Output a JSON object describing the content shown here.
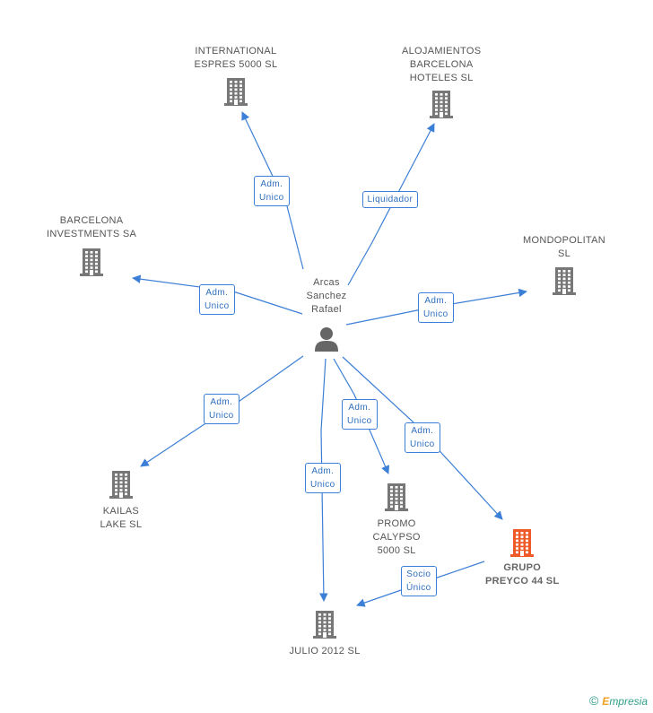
{
  "center": {
    "name_lines": [
      "Arcas",
      "Sanchez",
      "Rafael"
    ],
    "icon": "person-icon"
  },
  "nodes": [
    {
      "id": "international",
      "name_lines": [
        "INTERNATIONAL",
        "ESPRES 5000 SL"
      ],
      "icon": "building-icon"
    },
    {
      "id": "alojamientos",
      "name_lines": [
        "ALOJAMIENTOS",
        "BARCELONA",
        "HOTELES SL"
      ],
      "icon": "building-icon"
    },
    {
      "id": "barcelona-inv",
      "name_lines": [
        "BARCELONA",
        "INVESTMENTS SA"
      ],
      "icon": "building-icon"
    },
    {
      "id": "mondopolitan",
      "name_lines": [
        "MONDOPOLITAN",
        "SL"
      ],
      "icon": "building-icon"
    },
    {
      "id": "kailas",
      "name_lines": [
        "KAILAS",
        "LAKE SL"
      ],
      "icon": "building-icon"
    },
    {
      "id": "promo",
      "name_lines": [
        "PROMO",
        "CALYPSO",
        "5000 SL"
      ],
      "icon": "building-icon"
    },
    {
      "id": "grupo",
      "name_lines": [
        "GRUPO",
        "PREYCO 44 SL"
      ],
      "icon": "building-icon",
      "highlight": true
    },
    {
      "id": "julio",
      "name_lines": [
        "JULIO 2012 SL"
      ],
      "icon": "building-icon"
    }
  ],
  "edges": [
    {
      "from": "center",
      "to": "international",
      "label_lines": [
        "Adm.",
        "Unico"
      ]
    },
    {
      "from": "center",
      "to": "alojamientos",
      "label_lines": [
        "Liquidador"
      ]
    },
    {
      "from": "center",
      "to": "barcelona-inv",
      "label_lines": [
        "Adm.",
        "Unico"
      ]
    },
    {
      "from": "center",
      "to": "mondopolitan",
      "label_lines": [
        "Adm.",
        "Unico"
      ]
    },
    {
      "from": "center",
      "to": "kailas",
      "label_lines": [
        "Adm.",
        "Unico"
      ]
    },
    {
      "from": "center",
      "to": "promo",
      "label_lines": [
        "Adm.",
        "Unico"
      ]
    },
    {
      "from": "center",
      "to": "grupo",
      "label_lines": [
        "Adm.",
        "Unico"
      ]
    },
    {
      "from": "center",
      "to": "julio",
      "label_lines": [
        "Adm.",
        "Unico"
      ]
    },
    {
      "from": "grupo",
      "to": "julio",
      "label_lines": [
        "Socio",
        "Único"
      ]
    }
  ],
  "colors": {
    "edge": "#3c7fd6",
    "node_icon": "#777777",
    "highlight_icon": "#f05a28"
  },
  "footer": {
    "symbol": "©",
    "brand_initial": "E",
    "brand_rest": "mpresia"
  }
}
